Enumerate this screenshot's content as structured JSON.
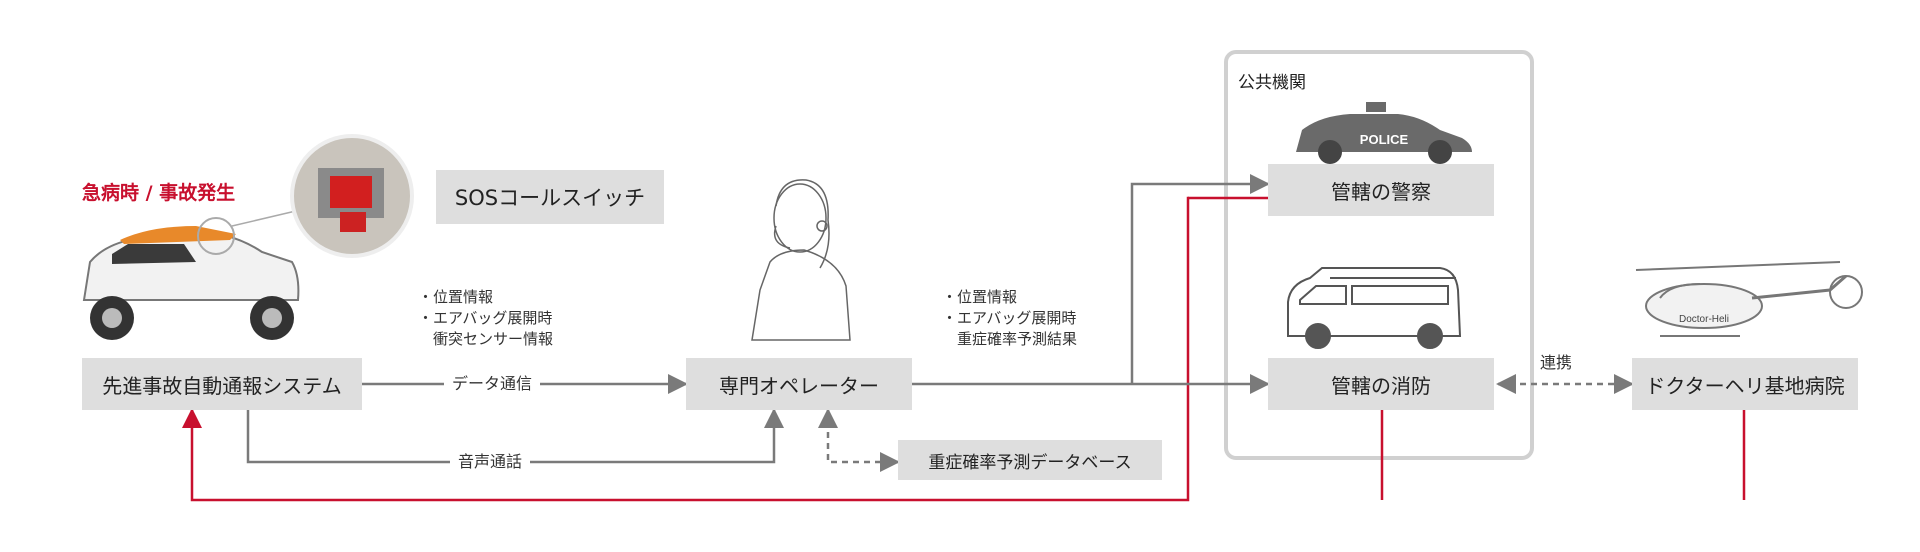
{
  "event_label": "急病時 / 事故発生",
  "nodes": {
    "auto_notify": "先進事故自動通報システム",
    "sos_switch": "SOSコールスイッチ",
    "operator": "専門オペレーター",
    "database": "重症確率予測データベース",
    "police": "管轄の警察",
    "fire": "管轄の消防",
    "heli_hospital": "ドクターヘリ基地病院"
  },
  "public_agencies_title": "公共機関",
  "info_car_to_operator": [
    "・位置情報",
    "・エアバッグ展開時",
    "　衝突センサー情報"
  ],
  "info_operator_to_agencies": [
    "・位置情報",
    "・エアバッグ展開時",
    "　重症確率予測結果"
  ],
  "edge_labels": {
    "data": "データ通信",
    "voice": "音声通話",
    "cooperation": "連携"
  },
  "images": {
    "police_car_text": "POLICE",
    "helicopter_text": "Doctor-Heli"
  },
  "colors": {
    "box": "#dedede",
    "arrow": "#7a7a7a",
    "return_line": "#c8102e",
    "panel_border": "#d0d0d0"
  }
}
